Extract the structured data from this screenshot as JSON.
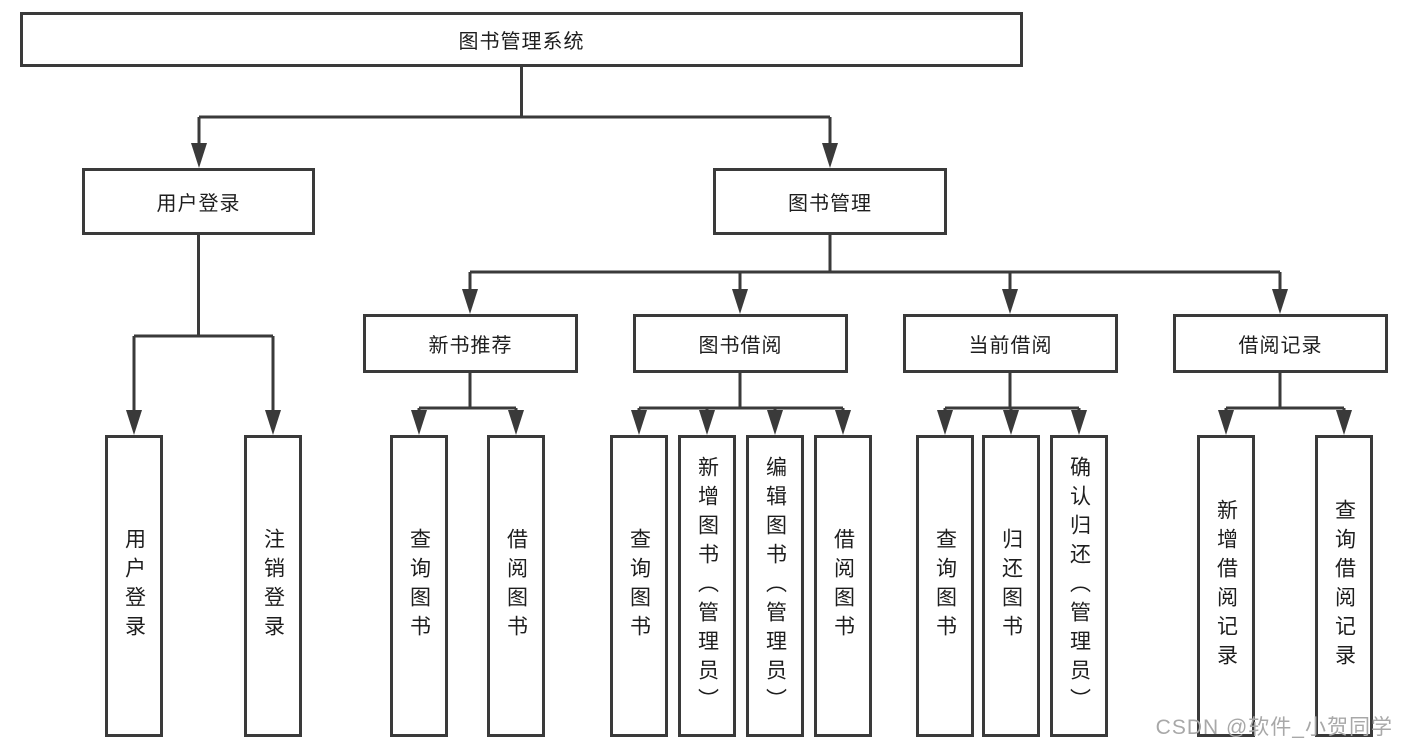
{
  "diagram_title": "图书管理系统",
  "colors": {
    "line": "#3a3a3a",
    "text": "#1e1e1e",
    "watermark": "#a8a8a8",
    "background": "#ffffff"
  },
  "nodes": {
    "root": "图书管理系统",
    "login": "用户登录",
    "mgmt": "图书管理",
    "login_user": "用户登录",
    "login_logout": "注销登录",
    "rec": "新书推荐",
    "borrow": "图书借阅",
    "current": "当前借阅",
    "records": "借阅记录",
    "rec_search": "查询图书",
    "rec_borrow": "借阅图书",
    "borrow_search": "查询图书",
    "borrow_add": "新增图书（管理员）",
    "borrow_edit": "编辑图书（管理员）",
    "borrow_borrow": "借阅图书",
    "current_search": "查询图书",
    "current_return": "归还图书",
    "current_confirm": "确认归还（管理员）",
    "records_add": "新增借阅记录",
    "records_search": "查询借阅记录"
  },
  "tree": {
    "label": "图书管理系统",
    "children": [
      {
        "label": "用户登录",
        "children": [
          {
            "label": "用户登录"
          },
          {
            "label": "注销登录"
          }
        ]
      },
      {
        "label": "图书管理",
        "children": [
          {
            "label": "新书推荐",
            "children": [
              {
                "label": "查询图书"
              },
              {
                "label": "借阅图书"
              }
            ]
          },
          {
            "label": "图书借阅",
            "children": [
              {
                "label": "查询图书"
              },
              {
                "label": "新增图书（管理员）"
              },
              {
                "label": "编辑图书（管理员）"
              },
              {
                "label": "借阅图书"
              }
            ]
          },
          {
            "label": "当前借阅",
            "children": [
              {
                "label": "查询图书"
              },
              {
                "label": "归还图书"
              },
              {
                "label": "确认归还（管理员）"
              }
            ]
          },
          {
            "label": "借阅记录",
            "children": [
              {
                "label": "新增借阅记录"
              },
              {
                "label": "查询借阅记录"
              }
            ]
          }
        ]
      }
    ]
  },
  "watermark": {
    "text": "CSDN @软件_小贺同学"
  }
}
